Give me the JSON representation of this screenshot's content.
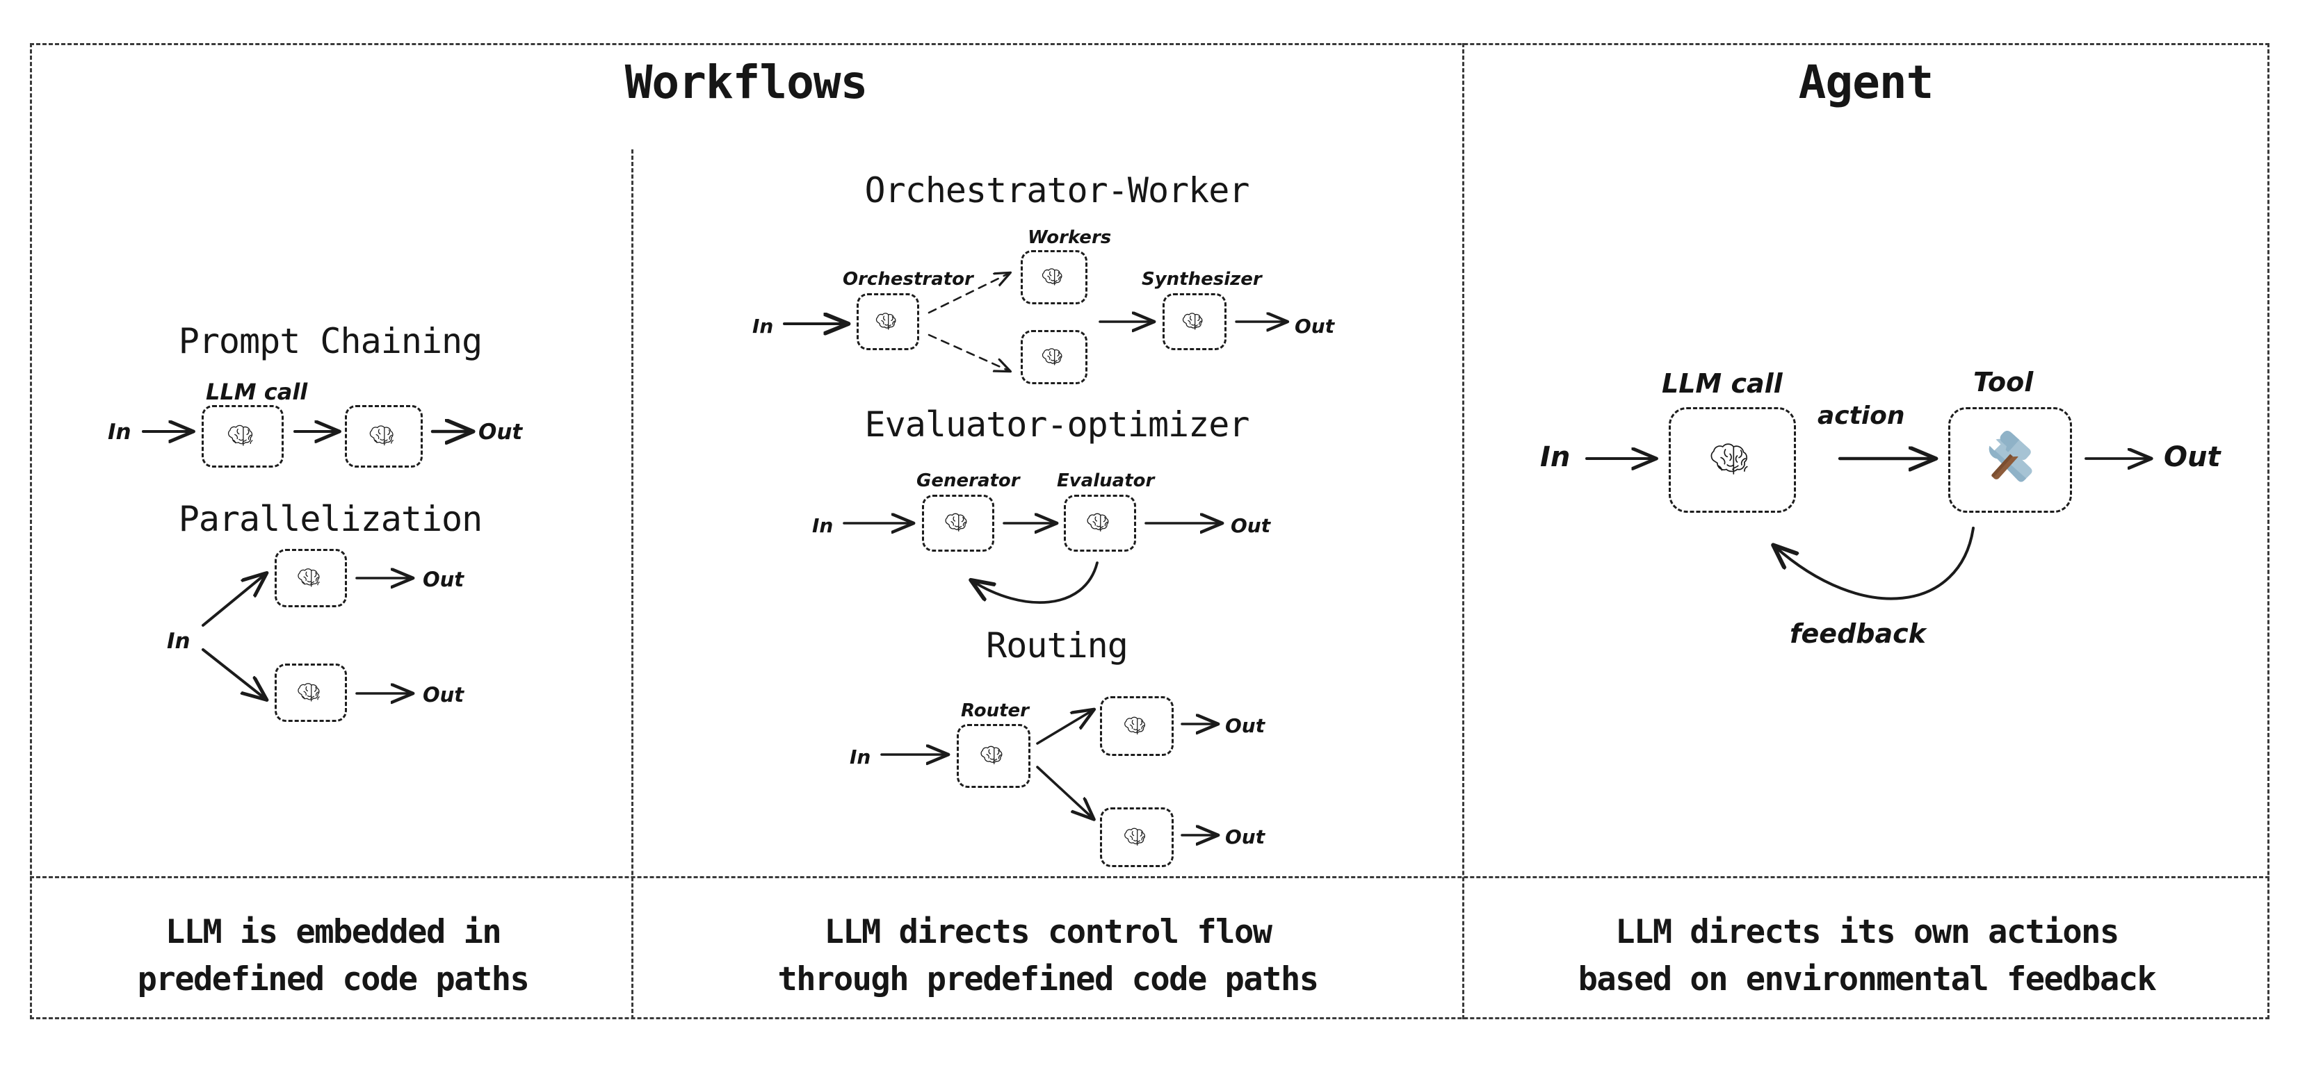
{
  "panels": {
    "workflows_title": "Workflows",
    "agent_title": "Agent"
  },
  "captions": {
    "left": "LLM is embedded in\npredefined code paths",
    "middle": "LLM directs control flow\nthrough predefined code paths",
    "right": "LLM directs its own actions\nbased on environmental feedback"
  },
  "patterns": {
    "prompt_chaining": {
      "title": "Prompt Chaining",
      "node_label": "LLM call",
      "input": "In",
      "output": "Out"
    },
    "parallelization": {
      "title": "Parallelization",
      "input": "In",
      "output_top": "Out",
      "output_bottom": "Out"
    },
    "orchestrator_worker": {
      "title": "Orchestrator-Worker",
      "workers_label": "Workers",
      "orchestrator_label": "Orchestrator",
      "synthesizer_label": "Synthesizer",
      "input": "In",
      "output": "Out"
    },
    "evaluator_optimizer": {
      "title": "Evaluator-optimizer",
      "generator_label": "Generator",
      "evaluator_label": "Evaluator",
      "input": "In",
      "output": "Out"
    },
    "routing": {
      "title": "Routing",
      "router_label": "Router",
      "input": "In",
      "output_top": "Out",
      "output_bottom": "Out"
    },
    "agent": {
      "llm_label": "LLM call",
      "tool_label": "Tool",
      "action_label": "action",
      "feedback_label": "feedback",
      "input": "In",
      "output": "Out"
    }
  },
  "icons": {
    "brain": "brain-icon",
    "tool": "hammer-and-wrench-icon"
  },
  "colors": {
    "ink": "#161616",
    "border": "#3a3a3a",
    "node_border": "#1d1d1d",
    "tool_metal": "#a6c3d4",
    "tool_metal_dark": "#7fa6bb",
    "tool_wood": "#8d5c3b",
    "background": "#ffffff"
  }
}
